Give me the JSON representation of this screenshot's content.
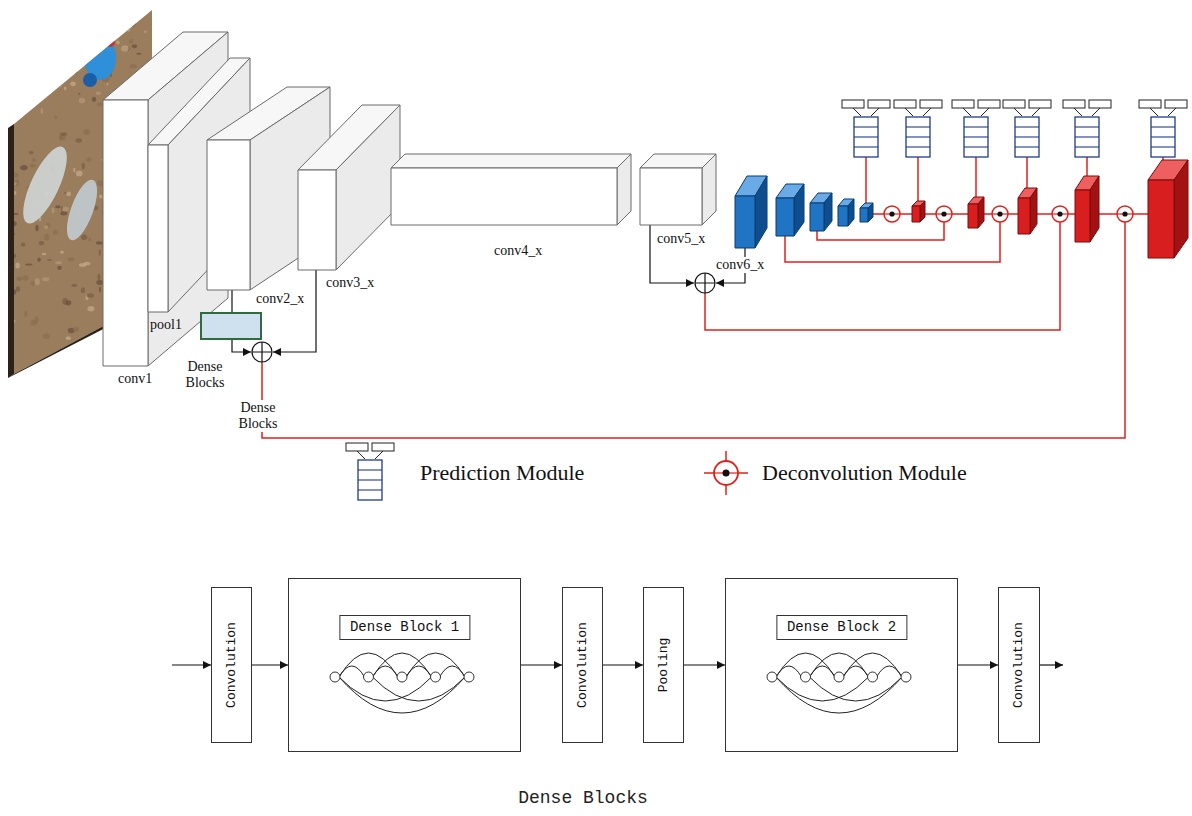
{
  "diagram": {
    "caption": "Dense Blocks",
    "nodes": [
      {
        "text": [
          "conv1"
        ]
      },
      {
        "text": [
          "pool1"
        ]
      },
      {
        "text": [
          "conv2_x"
        ]
      },
      {
        "text": [
          "Dense Blocks"
        ]
      },
      {
        "text": [
          "conv3_x"
        ]
      },
      {
        "text": [
          "conv4_x"
        ]
      },
      {
        "text": [
          "conv5_x"
        ]
      },
      {
        "text": [
          "conv6_x"
        ]
      },
      {
        "text": [
          "Convolution"
        ]
      },
      {
        "text": [
          "Dense Block 1"
        ]
      },
      {
        "text": [
          "Convolution"
        ]
      },
      {
        "text": [
          "Pooling"
        ]
      },
      {
        "text": [
          "Dense Block 2"
        ]
      },
      {
        "text": [
          "Convolution"
        ]
      }
    ],
    "edges": [
      {
        "from": 2,
        "to": 3,
        "arrow": "none"
      },
      {
        "from": 8,
        "to": 9,
        "arrow": "to"
      },
      {
        "from": 9,
        "to": 10,
        "arrow": "to"
      },
      {
        "from": 10,
        "to": 11,
        "arrow": "to"
      },
      {
        "from": 11,
        "to": 12,
        "arrow": "to"
      },
      {
        "from": 12,
        "to": 13,
        "arrow": "to"
      }
    ],
    "labels": [
      "Dense Blocks"
    ],
    "legend": [
      {
        "text": "Prediction Module"
      },
      {
        "text": "Deconvolution Module"
      }
    ]
  }
}
